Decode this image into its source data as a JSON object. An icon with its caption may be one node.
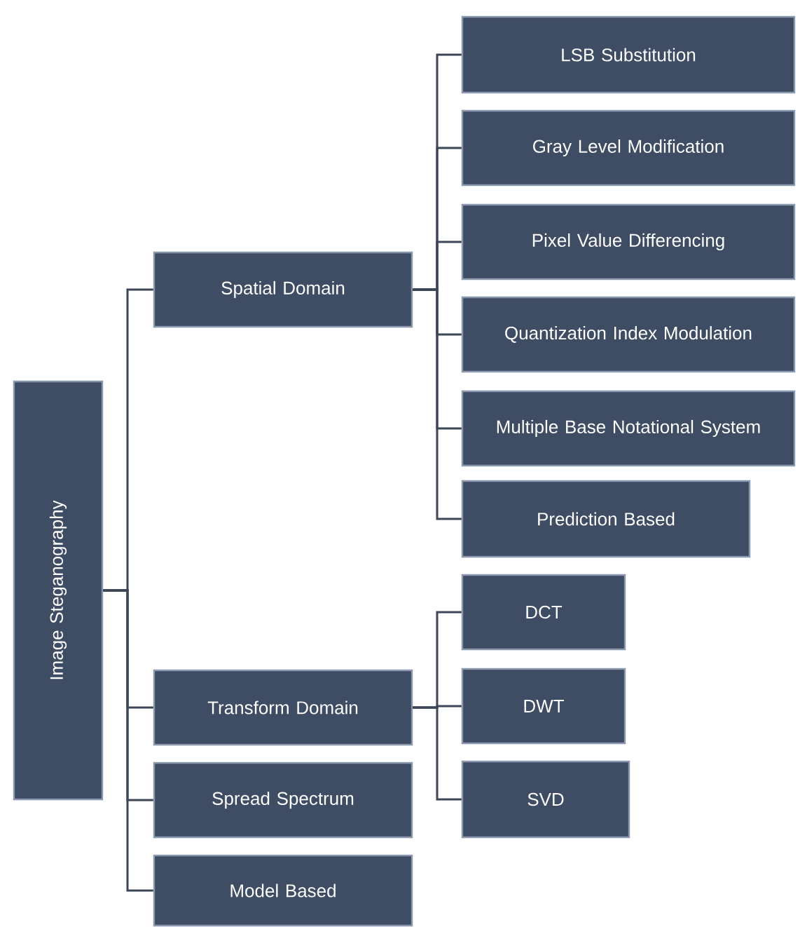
{
  "diagram": {
    "nodes": [
      {
        "text": [
          "Image Steganography"
        ]
      },
      {
        "text": [
          "Spatial Domain"
        ]
      },
      {
        "text": [
          "LSB Substitution"
        ]
      },
      {
        "text": [
          "Gray Level Modification"
        ]
      },
      {
        "text": [
          "Pixel Value Differencing"
        ]
      },
      {
        "text": [
          "Quantization Index Modulation"
        ]
      },
      {
        "text": [
          "Multiple Base Notational System"
        ]
      },
      {
        "text": [
          "Prediction Based"
        ]
      },
      {
        "text": [
          "Transform Domain"
        ]
      },
      {
        "text": [
          "DCT"
        ]
      },
      {
        "text": [
          "DWT"
        ]
      },
      {
        "text": [
          "SVD"
        ]
      },
      {
        "text": [
          "Spread Spectrum"
        ]
      },
      {
        "text": [
          "Model Based"
        ]
      }
    ],
    "edges": [
      {
        "from": 0,
        "to": 1,
        "arrow": "none"
      },
      {
        "from": 0,
        "to": 8,
        "arrow": "none"
      },
      {
        "from": 0,
        "to": 12,
        "arrow": "none"
      },
      {
        "from": 0,
        "to": 13,
        "arrow": "none"
      },
      {
        "from": 1,
        "to": 2,
        "arrow": "none"
      },
      {
        "from": 1,
        "to": 3,
        "arrow": "none"
      },
      {
        "from": 1,
        "to": 4,
        "arrow": "none"
      },
      {
        "from": 1,
        "to": 5,
        "arrow": "none"
      },
      {
        "from": 1,
        "to": 6,
        "arrow": "none"
      },
      {
        "from": 1,
        "to": 7,
        "arrow": "none"
      },
      {
        "from": 8,
        "to": 9,
        "arrow": "none"
      },
      {
        "from": 8,
        "to": 10,
        "arrow": "none"
      },
      {
        "from": 8,
        "to": 11,
        "arrow": "none"
      }
    ]
  }
}
